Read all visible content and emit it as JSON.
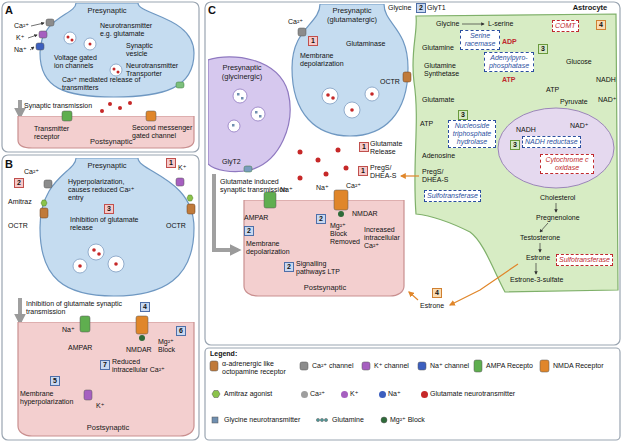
{
  "diagram": {
    "nodes": [
      {
        "text": [
          "Presynaptic"
        ]
      },
      {
        "text": [
          "Postsynaptic"
        ]
      },
      {
        "text": [
          "Presynaptic"
        ]
      },
      {
        "text": [
          "Postsynaptic"
        ]
      },
      {
        "text": [
          "Presynaptic (glycinergic)"
        ]
      },
      {
        "text": [
          "Presynaptic (glutamatergic)"
        ]
      },
      {
        "text": [
          "Astrocyte"
        ]
      },
      {
        "text": [
          "Serine racemase"
        ],
        "in": 6
      },
      {
        "text": [
          "COMT"
        ],
        "in": 6
      },
      {
        "text": [
          "Adenylpyro-phosphatase"
        ],
        "in": 6
      },
      {
        "text": [
          "Nucleoside triphosphate hydrolase"
        ],
        "in": 6
      },
      {
        "text": [
          "NADH reductase"
        ],
        "in": 6
      },
      {
        "text": [
          "Cytochrome c oxidase"
        ],
        "in": 6
      },
      {
        "text": [
          "Sulfotransferase"
        ],
        "in": 6
      },
      {
        "text": [
          "Sulfotransferase"
        ],
        "in": 6
      },
      {
        "text": [
          "Postsynaptic"
        ]
      }
    ],
    "edges": [
      {
        "from": 0,
        "to": 1,
        "arrow": "to",
        "label": "Synaptic transmission"
      },
      {
        "from": 2,
        "to": 3,
        "arrow": "to",
        "label": "Inhibition of glutamate synaptic transmission"
      },
      {
        "from": 4,
        "to": 15,
        "arrow": "to",
        "label": "Glutamate induced synaptic transmission"
      }
    ],
    "labels": [
      "A",
      "Ca²⁺",
      "K⁺",
      "Na⁺",
      "Voltage gated ion channels",
      "Neurotransmitter e.g. glutamate",
      "Synaptic vesicle",
      "Neurotransmitter Transporter",
      "Ca²⁺ mediated release of transmitters",
      "Transmitter receptor",
      "Second messenger gated channel",
      "B",
      "Ca²⁺",
      "2",
      "1",
      "K⁺",
      "Hyperpolarization, causes reduced Ca²⁺ entry",
      "Amitraz",
      "OCTR",
      "OCTR",
      "3",
      "Inhibition of glutamate release",
      "4",
      "Na⁺",
      "AMPAR",
      "NMDAR",
      "6",
      "Mg²⁺ Block",
      "7",
      "Reduced intracellular Ca²⁺",
      "5",
      "Membrane hyperpolarization",
      "K⁺",
      "C",
      "Ca²⁺",
      "1",
      "Membrane depolarization",
      "Glutaminase",
      "OCTR",
      "Glutamate Release",
      "1",
      "GlyT2",
      "Glycine",
      "2",
      "GlyT1",
      "Glycine",
      "L-serine",
      "4",
      "Glutamine",
      "Glutamine Synthetase",
      "ADP",
      "ATP",
      "3",
      "Glucose",
      "ATP",
      "NADH",
      "Pyruvate",
      "NAD⁺",
      "Glutamate",
      "ATP",
      "3",
      "Adenosine",
      "NADH",
      "NAD⁺",
      "3",
      "Cholesterol",
      "Pregnenolone",
      "PregS/ DHEA-S",
      "Testosterone",
      "Estrone",
      "Estrone-3-sulfate",
      "PregS/ DHEA-S",
      "1",
      "4",
      "Estrone",
      "AMPAR",
      "2",
      "NMDAR",
      "2",
      "Na⁺",
      "Na⁺",
      "Ca²⁺",
      "Mg²⁺ Block Removed",
      "Increased intracellular Ca²⁺",
      "Membrane depolarization",
      "2",
      "Signalling pathways LTP",
      "Legend:"
    ],
    "legend": [
      {
        "text": "α-adrenergic like octopamine receptor"
      },
      {
        "text": "Ca²⁺ channel"
      },
      {
        "text": "K⁺ channel"
      },
      {
        "text": "Na⁺ channel"
      },
      {
        "text": "AMPA Recepto"
      },
      {
        "text": "NMDA Receptor"
      },
      {
        "text": "Amitraz agonist"
      },
      {
        "text": "Ca²⁺",
        "color": "#9e9e9e"
      },
      {
        "text": "K⁺",
        "color": "#a65fc0"
      },
      {
        "text": "Na⁺",
        "color": "#3c5fbf"
      },
      {
        "text": "Glutamate neurotransmitter",
        "color": "#c62828"
      },
      {
        "text": "Glycine neurotransmitter"
      },
      {
        "text": "Glutamine"
      },
      {
        "text": "Mg²⁺ Block"
      }
    ]
  }
}
